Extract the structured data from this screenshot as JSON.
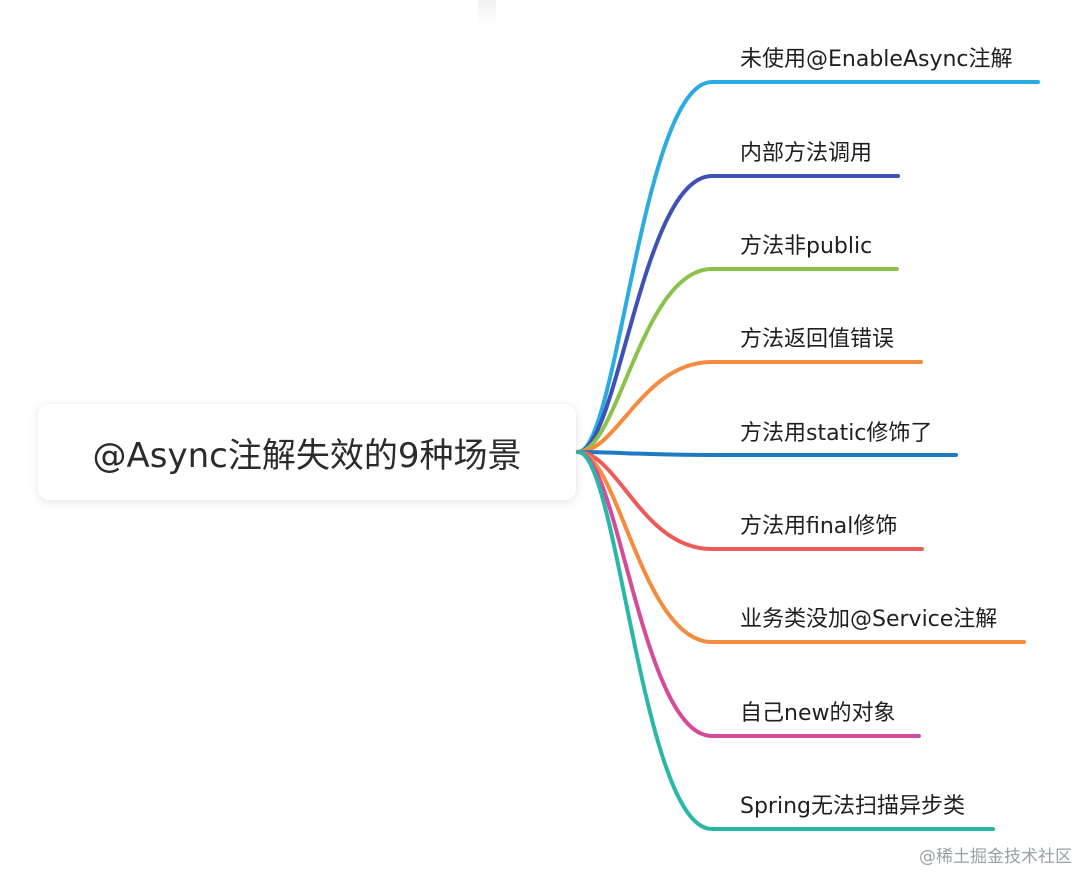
{
  "root": {
    "title": "@Async注解失效的9种场景"
  },
  "branches": [
    {
      "label": "未使用@EnableAsync注解",
      "color": "#2aace2"
    },
    {
      "label": "内部方法调用",
      "color": "#3f51b5"
    },
    {
      "label": "方法非public",
      "color": "#8bc34a"
    },
    {
      "label": "方法返回值错误",
      "color": "#f48b3f"
    },
    {
      "label": "方法用static修饰了",
      "color": "#1f7ac2"
    },
    {
      "label": "方法用final修饰",
      "color": "#ee5a5a"
    },
    {
      "label": "业务类没加@Service注解",
      "color": "#f48b3f"
    },
    {
      "label": "自己new的对象",
      "color": "#d64a9a"
    },
    {
      "label": "Spring无法扫描异步类",
      "color": "#2bb7a8"
    }
  ],
  "watermark": "@稀土掘金技术社区"
}
